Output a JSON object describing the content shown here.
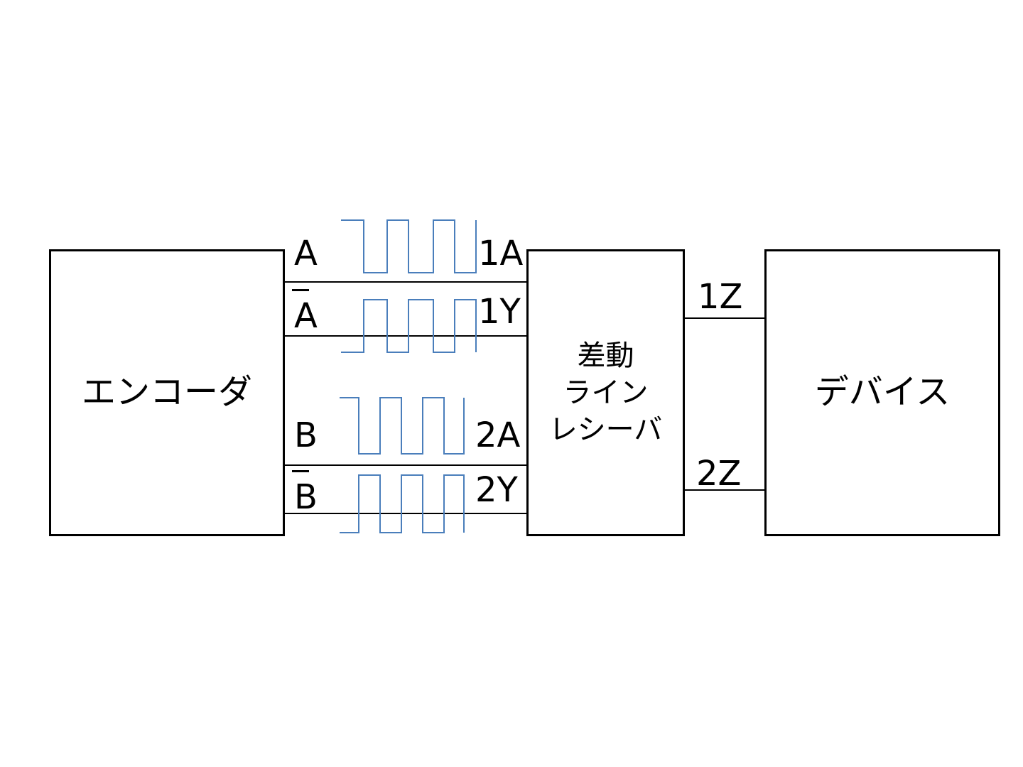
{
  "blocks": {
    "encoder": "エンコーダ",
    "receiver": "差動\nライン\nレシーバ",
    "device": "デバイス"
  },
  "signals": {
    "a": "A",
    "a_bar": "A",
    "b": "B",
    "b_bar": "B"
  },
  "pins": {
    "in_1a": "1A",
    "in_1y": "1Y",
    "in_2a": "2A",
    "in_2y": "2Y",
    "out_1z": "1Z",
    "out_2z": "2Z"
  },
  "colors": {
    "line": "#000000",
    "waveform": "#4a7ebb"
  }
}
